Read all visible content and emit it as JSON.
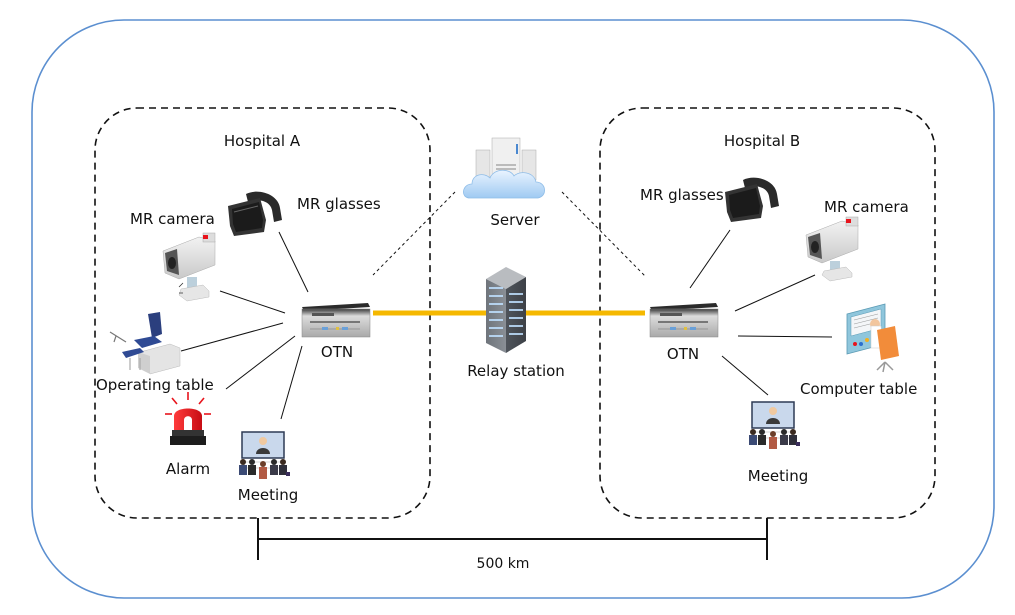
{
  "diagram": {
    "colors": {
      "outer_border": "#5b8fd0",
      "fiber_link": "#f5b800",
      "dashed_border": "#111111",
      "link_line": "#111111",
      "alarm_red": "#e8141c"
    },
    "hospital_a": {
      "title": "Hospital A",
      "devices": {
        "mr_camera": "MR camera",
        "mr_glasses": "MR glasses",
        "operating_table": "Operating table",
        "alarm": "Alarm",
        "meeting": "Meeting",
        "otn": "OTN"
      }
    },
    "hospital_b": {
      "title": "Hospital B",
      "devices": {
        "mr_glasses": "MR glasses",
        "mr_camera": "MR camera",
        "computer_table": "Computer table",
        "meeting": "Meeting",
        "otn": "OTN"
      }
    },
    "center": {
      "server": "Server",
      "relay_station": "Relay station"
    },
    "distance": {
      "label": "500 km"
    }
  }
}
